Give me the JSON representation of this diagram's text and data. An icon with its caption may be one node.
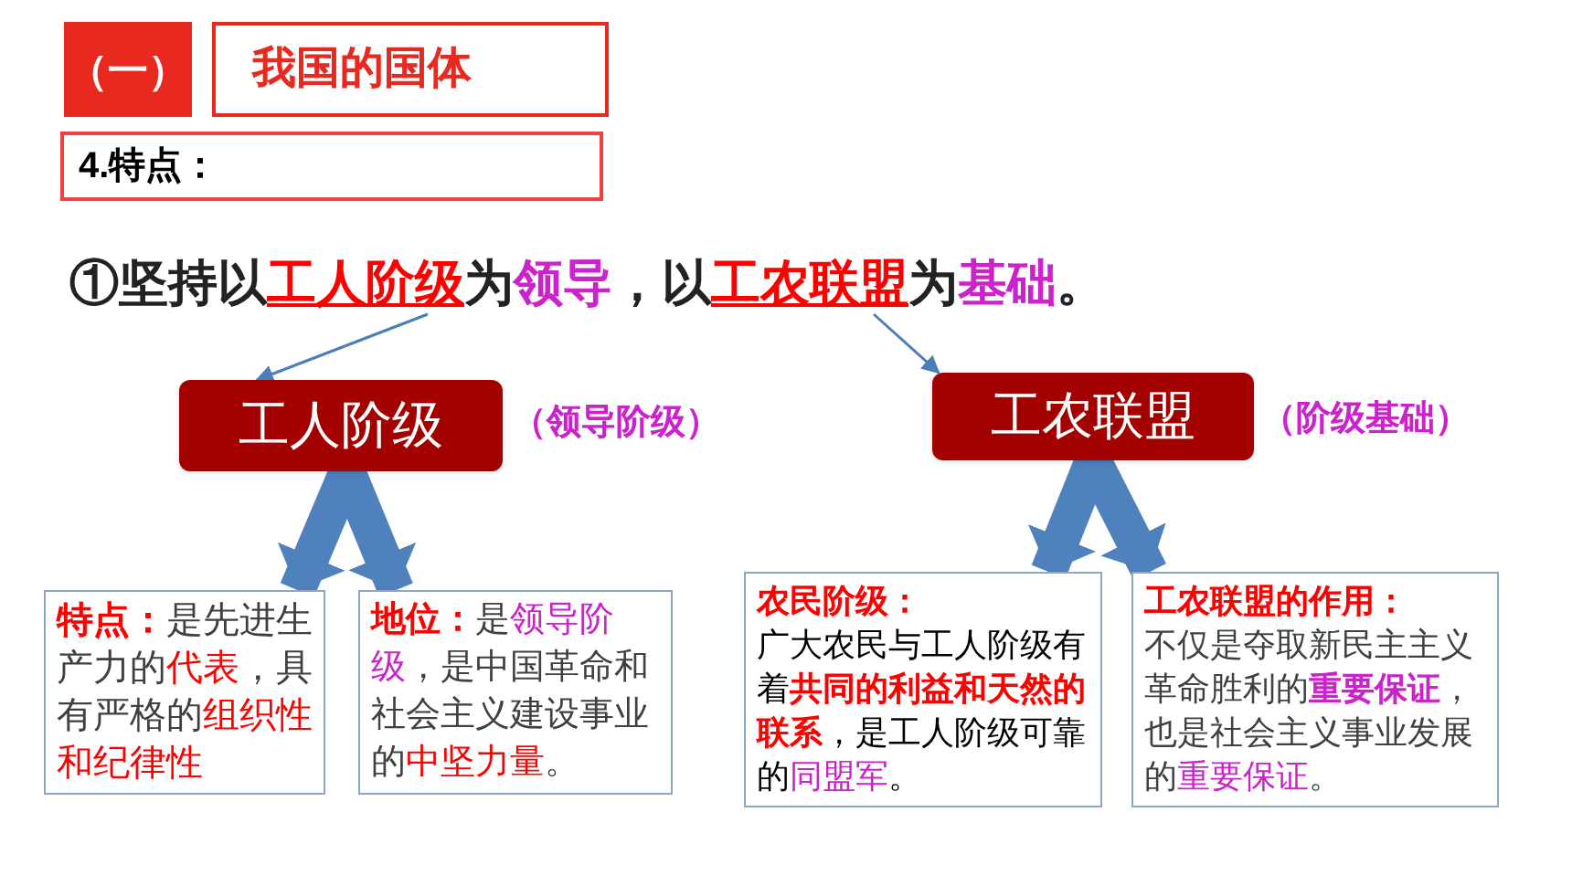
{
  "diagram": {
    "nodes": [
      {
        "text": [
          "（一）"
        ]
      },
      {
        "text": [
          "我国的国体"
        ]
      },
      {
        "text": [
          "4.特点："
        ]
      },
      {
        "text": [
          "①坚持以**工人阶级**为**领导**，以**工农联盟**为**基础**。"
        ]
      },
      {
        "text": [
          "工人阶级"
        ],
        "beside": [
          "（领导阶级）"
        ]
      },
      {
        "text": [
          "工农联盟"
        ],
        "beside": [
          "（阶级基础）"
        ]
      },
      {
        "text": [
          "**特点：**是先进生产力的**代表**，具有严格的**组织性和纪律性**"
        ]
      },
      {
        "text": [
          "**地位：**是**领导阶级**，是中国革命和社会主义建设事业的**中坚力量**。"
        ]
      },
      {
        "text": [
          "农民阶级：",
          "广大农民与工人阶级有着**共同的利益和天然的联系**，是工人阶级可靠的**同盟军**。"
        ]
      },
      {
        "text": [
          "工农联盟的作用：",
          "不仅是夺取新民主主义革命胜利的**重要保证**，也是社会主义事业发展的**重要保证**。"
        ]
      }
    ],
    "edges": [
      {
        "from": 3,
        "to": 4,
        "arrow": "to"
      },
      {
        "from": 3,
        "to": 5,
        "arrow": "to"
      },
      {
        "from": 4,
        "to": 6,
        "arrow": "to"
      },
      {
        "from": 4,
        "to": 7,
        "arrow": "to"
      },
      {
        "from": 5,
        "to": 8,
        "arrow": "to"
      },
      {
        "from": 5,
        "to": 9,
        "arrow": "to"
      }
    ]
  }
}
